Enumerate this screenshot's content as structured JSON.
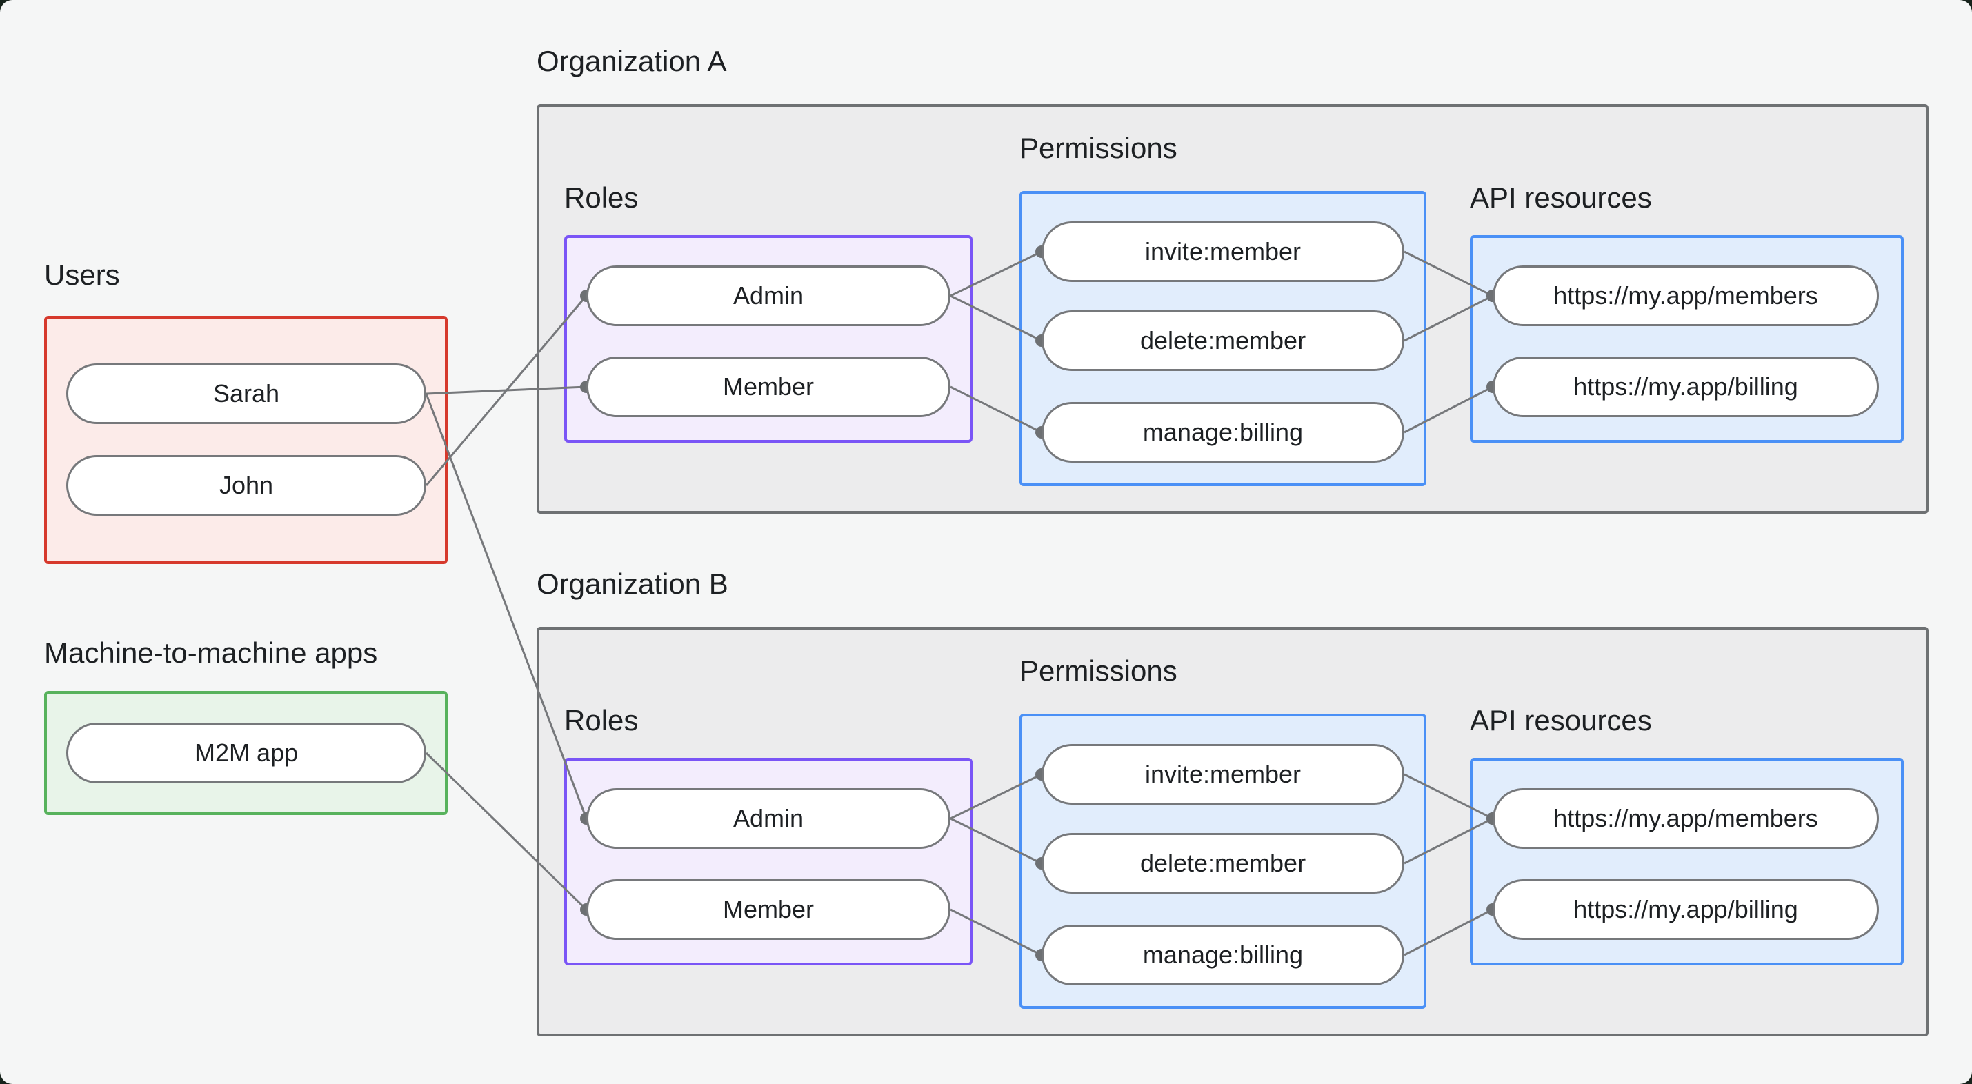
{
  "colors": {
    "page_background": "#f5f6f6",
    "backdrop": "#17231c",
    "org_fill": "#ececed",
    "org_border": "#6e7173",
    "users_fill": "#fcebe9",
    "users_border": "#d6392c",
    "m2m_fill": "#e8f4e9",
    "m2m_border": "#57b25c",
    "roles_fill": "#f3edfd",
    "roles_border": "#7a55f6",
    "blue_fill": "#e1edfc",
    "blue_border": "#4a90f6",
    "pill_fill": "#ffffff",
    "pill_border": "#76787b",
    "line": "#76787b",
    "dot": "#6d7073",
    "text": "#1d2023"
  },
  "groups": {
    "users": {
      "label": "Users",
      "items": [
        {
          "id": "sarah",
          "label": "Sarah"
        },
        {
          "id": "john",
          "label": "John"
        }
      ]
    },
    "m2m": {
      "label": "Machine-to-machine apps",
      "items": [
        {
          "id": "m2m",
          "label": "M2M app"
        }
      ]
    },
    "orgA": {
      "label": "Organization A",
      "roles": {
        "label": "Roles",
        "items": [
          {
            "id": "adminA",
            "label": "Admin"
          },
          {
            "id": "memberA",
            "label": "Member"
          }
        ]
      },
      "permissions": {
        "label": "Permissions",
        "items": [
          {
            "id": "inviteA",
            "label": "invite:member"
          },
          {
            "id": "deleteA",
            "label": "delete:member"
          },
          {
            "id": "manageA",
            "label": "manage:billing"
          }
        ]
      },
      "api": {
        "label": "API resources",
        "items": [
          {
            "id": "membersA",
            "label": "https://my.app/members"
          },
          {
            "id": "billingA",
            "label": "https://my.app/billing"
          }
        ]
      }
    },
    "orgB": {
      "label": "Organization B",
      "roles": {
        "label": "Roles",
        "items": [
          {
            "id": "adminB",
            "label": "Admin"
          },
          {
            "id": "memberB",
            "label": "Member"
          }
        ]
      },
      "permissions": {
        "label": "Permissions",
        "items": [
          {
            "id": "inviteB",
            "label": "invite:member"
          },
          {
            "id": "deleteB",
            "label": "delete:member"
          },
          {
            "id": "manageB",
            "label": "manage:billing"
          }
        ]
      },
      "api": {
        "label": "API resources",
        "items": [
          {
            "id": "membersB",
            "label": "https://my.app/members"
          },
          {
            "id": "billingB",
            "label": "https://my.app/billing"
          }
        ]
      }
    }
  },
  "connections": [
    {
      "from": "sarah",
      "to": "memberA"
    },
    {
      "from": "john",
      "to": "adminA"
    },
    {
      "from": "sarah",
      "to": "adminB"
    },
    {
      "from": "m2m",
      "to": "memberB"
    },
    {
      "from": "adminA",
      "to": "inviteA"
    },
    {
      "from": "adminA",
      "to": "deleteA"
    },
    {
      "from": "memberA",
      "to": "manageA"
    },
    {
      "from": "inviteA",
      "to": "membersA"
    },
    {
      "from": "deleteA",
      "to": "membersA"
    },
    {
      "from": "manageA",
      "to": "billingA"
    },
    {
      "from": "adminB",
      "to": "inviteB"
    },
    {
      "from": "adminB",
      "to": "deleteB"
    },
    {
      "from": "memberB",
      "to": "manageB"
    },
    {
      "from": "inviteB",
      "to": "membersB"
    },
    {
      "from": "deleteB",
      "to": "membersB"
    },
    {
      "from": "manageB",
      "to": "billingB"
    }
  ]
}
